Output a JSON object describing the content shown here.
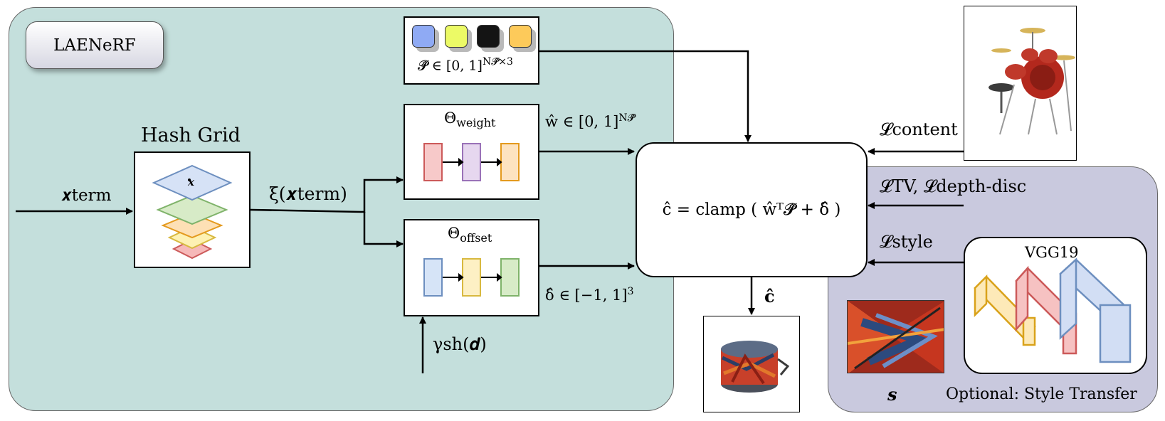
{
  "title": "LAENeRF",
  "hash_grid": {
    "label": "Hash Grid",
    "point_label": "x"
  },
  "inputs": {
    "x_term": "𝒙term",
    "xi": "ξ(𝒙term)",
    "gamma": "γsh(𝒅)"
  },
  "palette": {
    "colors": [
      "#8faaf4",
      "#ecfa66",
      "#141414",
      "#fdca5a"
    ],
    "formula_main": "𝓟̂ ∈ [0, 1]",
    "formula_sup": "N𝓟̂×3"
  },
  "weight": {
    "label_main": "Θ",
    "label_sub": "weight",
    "output_main": "ŵ ∈ [0, 1]",
    "output_sup": "N𝓟̂"
  },
  "offset": {
    "label_main": "Θ",
    "label_sub": "offset",
    "output_main": "δ̂ ∈ [−1, 1]",
    "output_sup": "3"
  },
  "central": {
    "equation": "ĉ = clamp ( ŵᵀ𝓟̂ + δ̂ )"
  },
  "losses": {
    "content": "𝓛content",
    "tv": "𝓛TV, 𝓛depth-disc",
    "style": "𝓛style"
  },
  "vgg": {
    "label": "VGG19"
  },
  "output": {
    "label": "ĉ"
  },
  "style_panel": {
    "s_label": "𝒔",
    "caption": "Optional: Style Transfer"
  },
  "colors": {
    "panel_main": "#c4dfdc",
    "panel_style": "#c9c9de"
  }
}
